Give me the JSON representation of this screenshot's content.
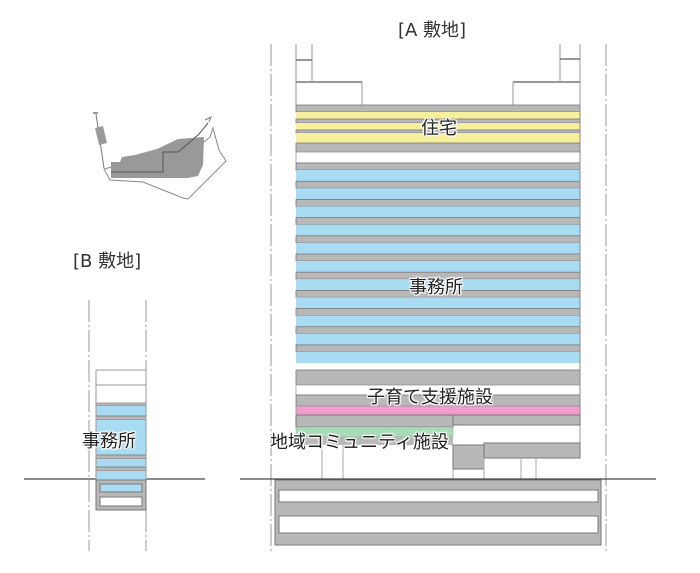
{
  "colors": {
    "slab": "#b8b8b8",
    "slab_edge": "#777777",
    "residential": "#f7ef9c",
    "office": "#a9dcf2",
    "childcare": "#f09ccc",
    "community": "#a8dcb8",
    "outline": "#888888",
    "ground": "#444444"
  },
  "site_a": {
    "title": "[A 敷地]",
    "uses": {
      "residential": "住宅",
      "office": "事務所",
      "childcare": "子育て支援施設",
      "community": "地域コミュニティ施設"
    },
    "floors": {
      "residential": 3,
      "office": 11,
      "basement": 2
    }
  },
  "site_b": {
    "title": "[B 敷地]",
    "uses": {
      "office": "事務所"
    },
    "floors": {
      "office": 5,
      "basement": 2
    }
  },
  "key_map": {
    "icon": "site-plan-icon"
  }
}
